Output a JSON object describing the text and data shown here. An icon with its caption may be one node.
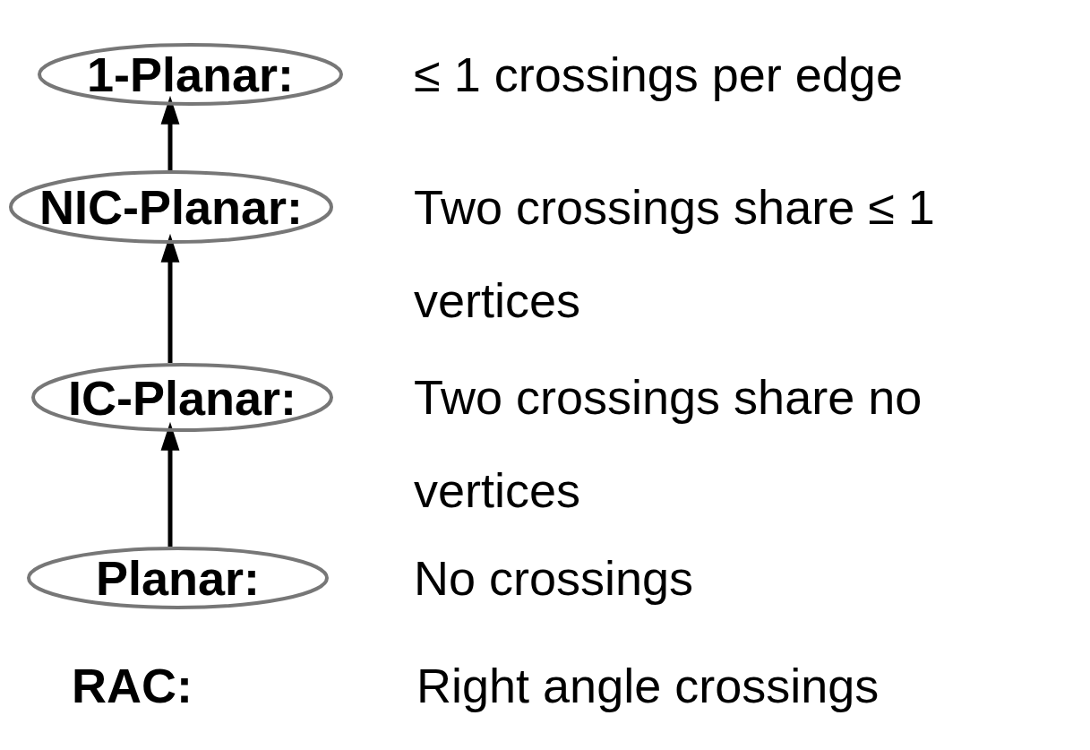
{
  "diagram": {
    "nodes": [
      {
        "text": [
          "1-Planar:"
        ],
        "beside": [
          "≤ 1 crossings per edge"
        ]
      },
      {
        "text": [
          "NIC-Planar:"
        ],
        "beside": [
          "Two crossings share ≤ 1 vertices"
        ]
      },
      {
        "text": [
          "IC-Planar:"
        ],
        "beside": [
          "Two crossings share no vertices"
        ]
      },
      {
        "text": [
          "Planar:"
        ],
        "beside": [
          "No crossings"
        ]
      }
    ],
    "edges": [
      {
        "from": 3,
        "to": 2,
        "arrow": "to"
      },
      {
        "from": 2,
        "to": 1,
        "arrow": "to"
      },
      {
        "from": 1,
        "to": 0,
        "arrow": "to"
      }
    ],
    "labels": [
      "RAC:",
      "Right angle crossings"
    ]
  }
}
